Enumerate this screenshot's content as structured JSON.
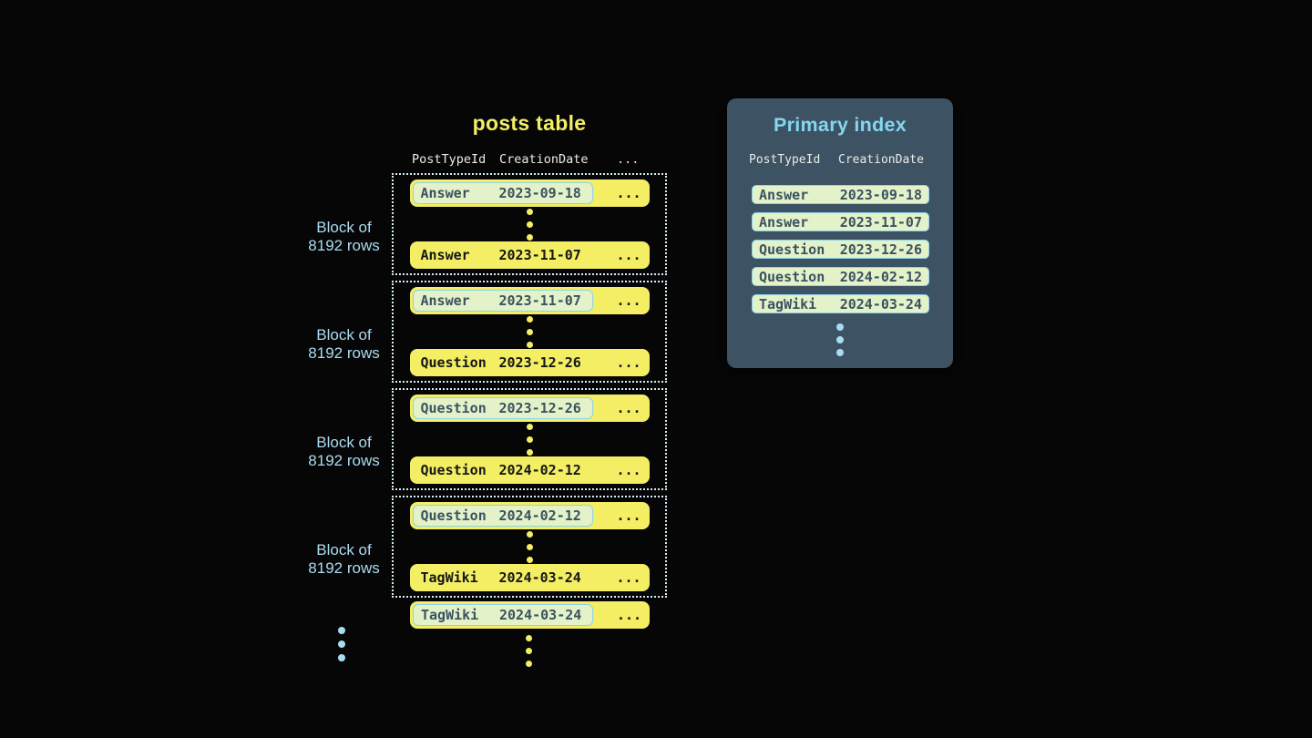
{
  "colors": {
    "background": "#060606",
    "yellow": "#f3ee64",
    "light_blue": "#a9dcf0",
    "dotted_border": "#d8edf5",
    "panel_bg": "#3d5263",
    "panel_title": "#85d6f0",
    "pill_bg": "#e3f2c8",
    "pill_border": "#8fd2e8",
    "pill_text": "#3b5262",
    "header_text": "#eaece7",
    "row_text": "#161616"
  },
  "posts_table": {
    "title": "posts table",
    "header": {
      "col1": "PostTypeId",
      "col2": "CreationDate",
      "col3": "..."
    },
    "ellipsis": "...",
    "blocks": [
      {
        "label_line1": "Block of",
        "label_line2": "8192 rows",
        "first_row": {
          "post_type": "Answer",
          "creation_date": "2023-09-18"
        },
        "last_row": {
          "post_type": "Answer",
          "creation_date": "2023-11-07"
        }
      },
      {
        "label_line1": "Block of",
        "label_line2": "8192 rows",
        "first_row": {
          "post_type": "Answer",
          "creation_date": "2023-11-07"
        },
        "last_row": {
          "post_type": "Question",
          "creation_date": "2023-12-26"
        }
      },
      {
        "label_line1": "Block of",
        "label_line2": "8192 rows",
        "first_row": {
          "post_type": "Question",
          "creation_date": "2023-12-26"
        },
        "last_row": {
          "post_type": "Question",
          "creation_date": "2024-02-12"
        }
      },
      {
        "label_line1": "Block of",
        "label_line2": "8192 rows",
        "first_row": {
          "post_type": "Question",
          "creation_date": "2024-02-12"
        },
        "last_row": {
          "post_type": "TagWiki",
          "creation_date": "2024-03-24"
        }
      }
    ],
    "overflow_row": {
      "post_type": "TagWiki",
      "creation_date": "2024-03-24"
    }
  },
  "primary_index": {
    "title": "Primary index",
    "header": {
      "col1": "PostTypeId",
      "col2": "CreationDate"
    },
    "rows": [
      {
        "post_type": "Answer",
        "creation_date": "2023-09-18"
      },
      {
        "post_type": "Answer",
        "creation_date": "2023-11-07"
      },
      {
        "post_type": "Question",
        "creation_date": "2023-12-26"
      },
      {
        "post_type": "Question",
        "creation_date": "2024-02-12"
      },
      {
        "post_type": "TagWiki",
        "creation_date": "2024-03-24"
      }
    ]
  }
}
